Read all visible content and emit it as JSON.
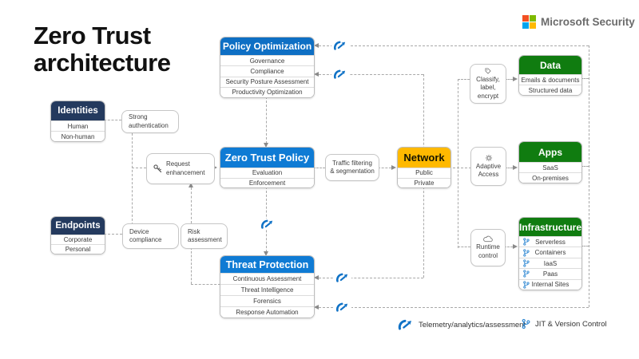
{
  "page": {
    "title": "Zero Trust\narchitecture"
  },
  "brand": {
    "name": "Microsoft Security"
  },
  "colors": {
    "blue-header": "#0e6fc4",
    "blue-header-2": "#0f7bd4",
    "navy-header": "#243a5e",
    "green-header": "#107c10",
    "amber-header": "#ffb900",
    "accent-blue": "#1072c6",
    "jit-blue": "#2e87d2",
    "ms-red": "#f25022",
    "ms-green": "#7fba00",
    "ms-blue": "#00a4ef",
    "ms-yellow": "#ffb900"
  },
  "boxes": {
    "policy_optimization": {
      "title": "Policy Optimization",
      "rows": [
        "Governance",
        "Compliance",
        "Security Posture Assessment",
        "Productivity Optimization"
      ]
    },
    "zero_trust_policy": {
      "title": "Zero Trust Policy",
      "rows": [
        "Evaluation",
        "Enforcement"
      ]
    },
    "threat_protection": {
      "title": "Threat Protection",
      "rows": [
        "Continuous Assessment",
        "Threat Intelligence",
        "Forensics",
        "Response Automation"
      ]
    },
    "identities": {
      "title": "Identities",
      "rows": [
        "Human",
        "Non-human"
      ]
    },
    "endpoints": {
      "title": "Endpoints",
      "rows": [
        "Corporate",
        "Personal"
      ]
    },
    "network": {
      "title": "Network",
      "rows": [
        "Public",
        "Private"
      ]
    },
    "data": {
      "title": "Data",
      "rows": [
        "Emails & documents",
        "Structured data"
      ]
    },
    "apps": {
      "title": "Apps",
      "rows": [
        "SaaS",
        "On-premises"
      ]
    },
    "infrastructure": {
      "title": "Infrastructure",
      "rows": [
        "Serverless",
        "Containers",
        "IaaS",
        "Paas",
        "Internal Sites"
      ]
    }
  },
  "nodes": {
    "strong_authentication": "Strong\nauthentication",
    "request_enhancement": "Request\nenhancement",
    "device_compliance": "Device\ncompliance",
    "risk_assessment": "Risk\nassessment",
    "traffic_filtering": "Traffic filtering\n& segmentation",
    "classify_label_encrypt": "Classify,\nlabel,\nencrypt",
    "adaptive_access": "Adaptive\nAccess",
    "runtime_control": "Runtime\ncontrol"
  },
  "legend": {
    "telemetry": "Telemetry/analytics/assessment",
    "jit": "JIT & Version Control"
  },
  "icons": {
    "telemetry": "gauge",
    "jit": "branch",
    "request_enhancement": "key",
    "classify": "tag",
    "adaptive_access": "gear",
    "runtime_control": "cloud"
  }
}
